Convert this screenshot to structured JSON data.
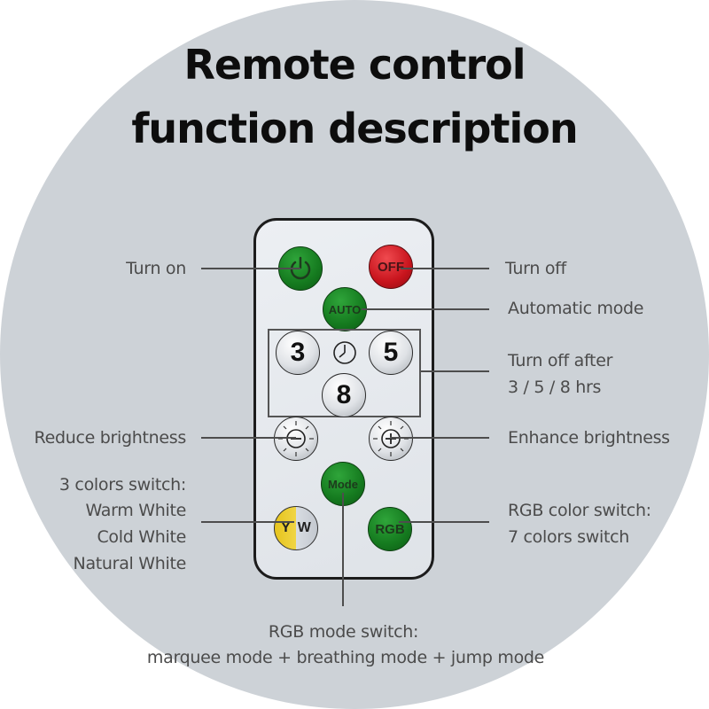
{
  "title": {
    "line1": "Remote control",
    "line2": "function description"
  },
  "buttons": {
    "off": "OFF",
    "auto": "AUTO",
    "timer_3": "3",
    "timer_5": "5",
    "timer_8": "8",
    "mode": "Mode",
    "yw_y": "Y",
    "yw_w": "W",
    "rgb": "RGB"
  },
  "labels": {
    "turn_on": "Turn on",
    "turn_off": "Turn off",
    "automatic_mode": "Automatic mode",
    "turn_off_after_1": "Turn off after",
    "turn_off_after_2": "3 / 5 / 8 hrs",
    "reduce_brightness": "Reduce brightness",
    "enhance_brightness": "Enhance brightness",
    "colors_switch_1": "3 colors switch:",
    "colors_switch_2": "Warm White",
    "colors_switch_3": "Cold White",
    "colors_switch_4": "Natural White",
    "rgb_color_1": "RGB color switch:",
    "rgb_color_2": "7 colors switch",
    "rgb_mode_1": "RGB mode switch:",
    "rgb_mode_2": "marquee mode + breathing mode + jump mode"
  },
  "icons": {
    "power": "power-icon",
    "clock": "clock-icon",
    "minus": "brightness-minus-icon",
    "plus": "brightness-plus-icon"
  },
  "colors": {
    "background_circle": "#cdd2d7",
    "green_button": "#1a8a26",
    "red_button": "#d61c24",
    "yellow_half": "#e8c51e",
    "text": "#4b4b4b"
  }
}
